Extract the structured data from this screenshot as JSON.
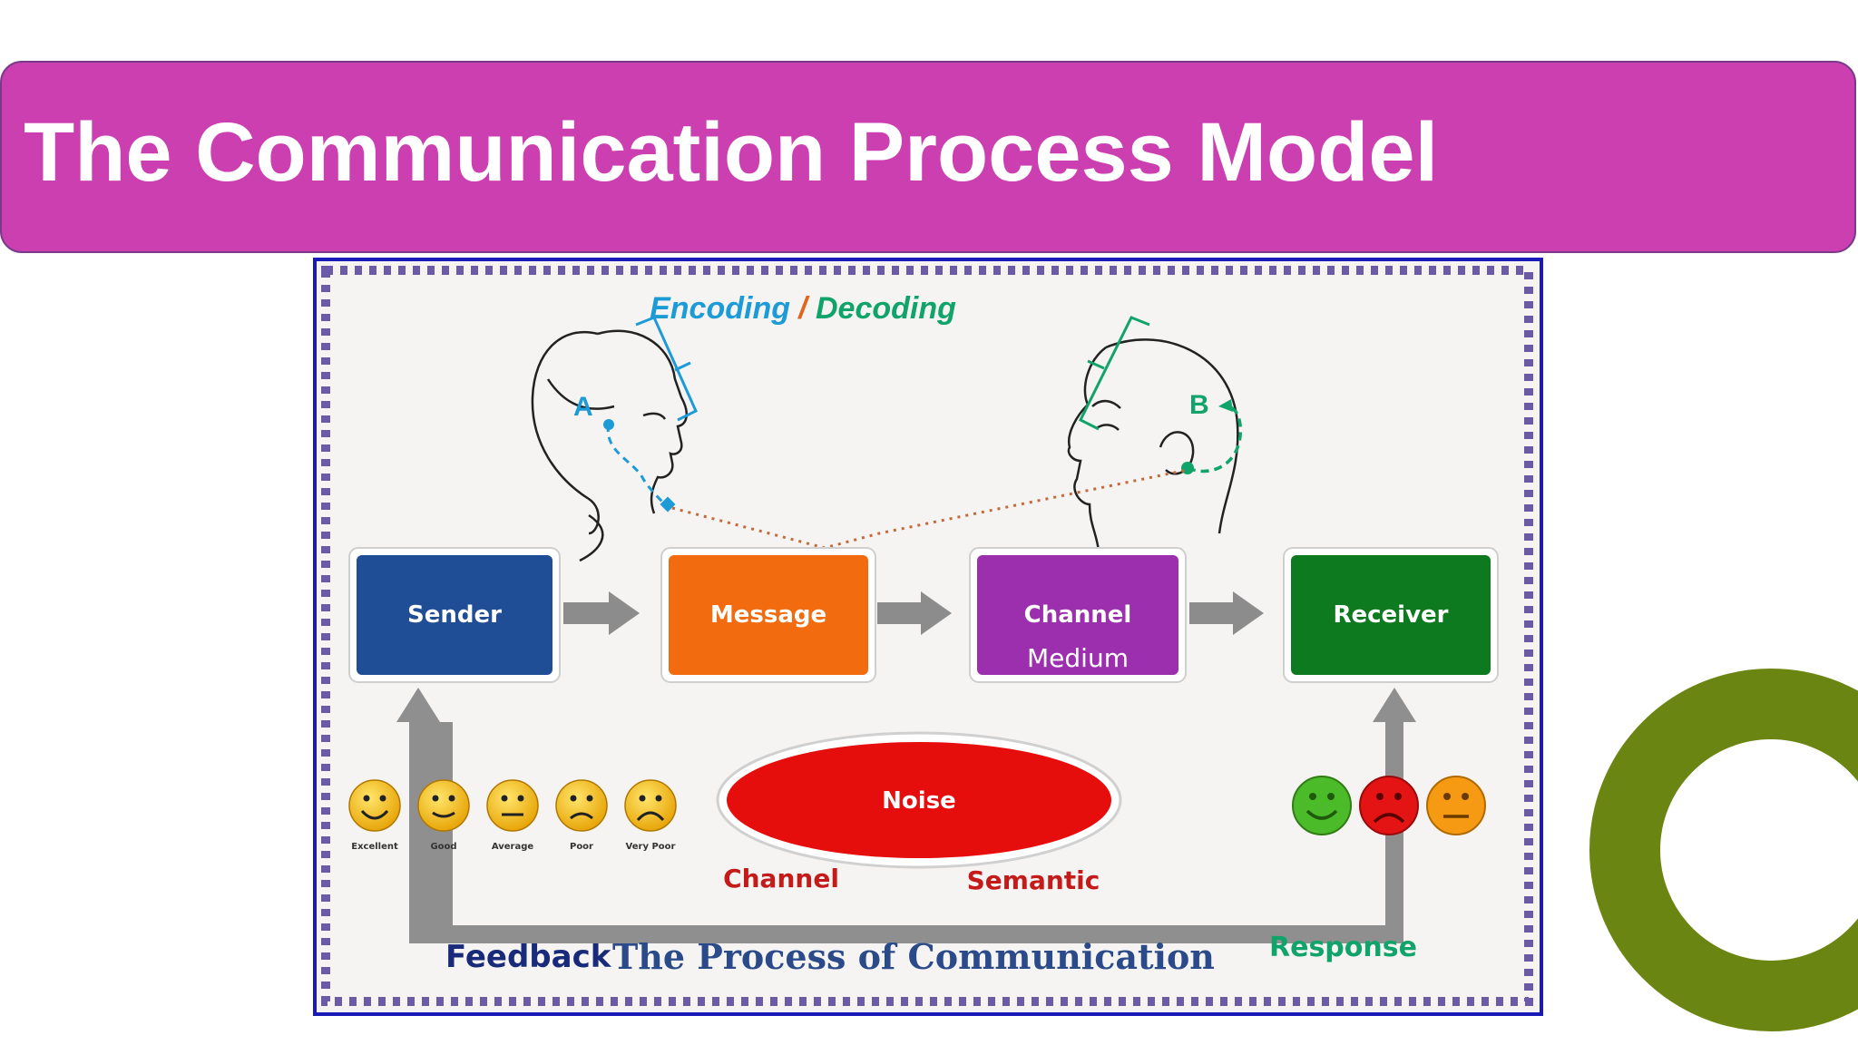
{
  "slide": {
    "title": "The Communication Process Model"
  },
  "diagram": {
    "encoding_label": "Encoding",
    "slash": "/",
    "decoding_label": "Decoding",
    "person_a": "A",
    "person_b": "B",
    "boxes": {
      "sender": "Sender",
      "message": "Message",
      "channel": "Channel",
      "medium": "Medium",
      "receiver": "Receiver"
    },
    "noise": "Noise",
    "noise_channel": "Channel",
    "noise_semantic": "Semantic",
    "ratings": [
      "Excellent",
      "Good",
      "Average",
      "Poor",
      "Very Poor"
    ],
    "feedback": "Feedback",
    "caption": "The Process of Communication",
    "response": "Response",
    "colors": {
      "sender": "#1f4e96",
      "message": "#f26b0f",
      "channel": "#9b2fae",
      "receiver": "#0e7a1f",
      "noise": "#e60d0d",
      "encoding": "#1d9bd6",
      "decoding": "#10a36a",
      "title_banner": "#cc3fb1",
      "ring": "#6b8512"
    }
  }
}
